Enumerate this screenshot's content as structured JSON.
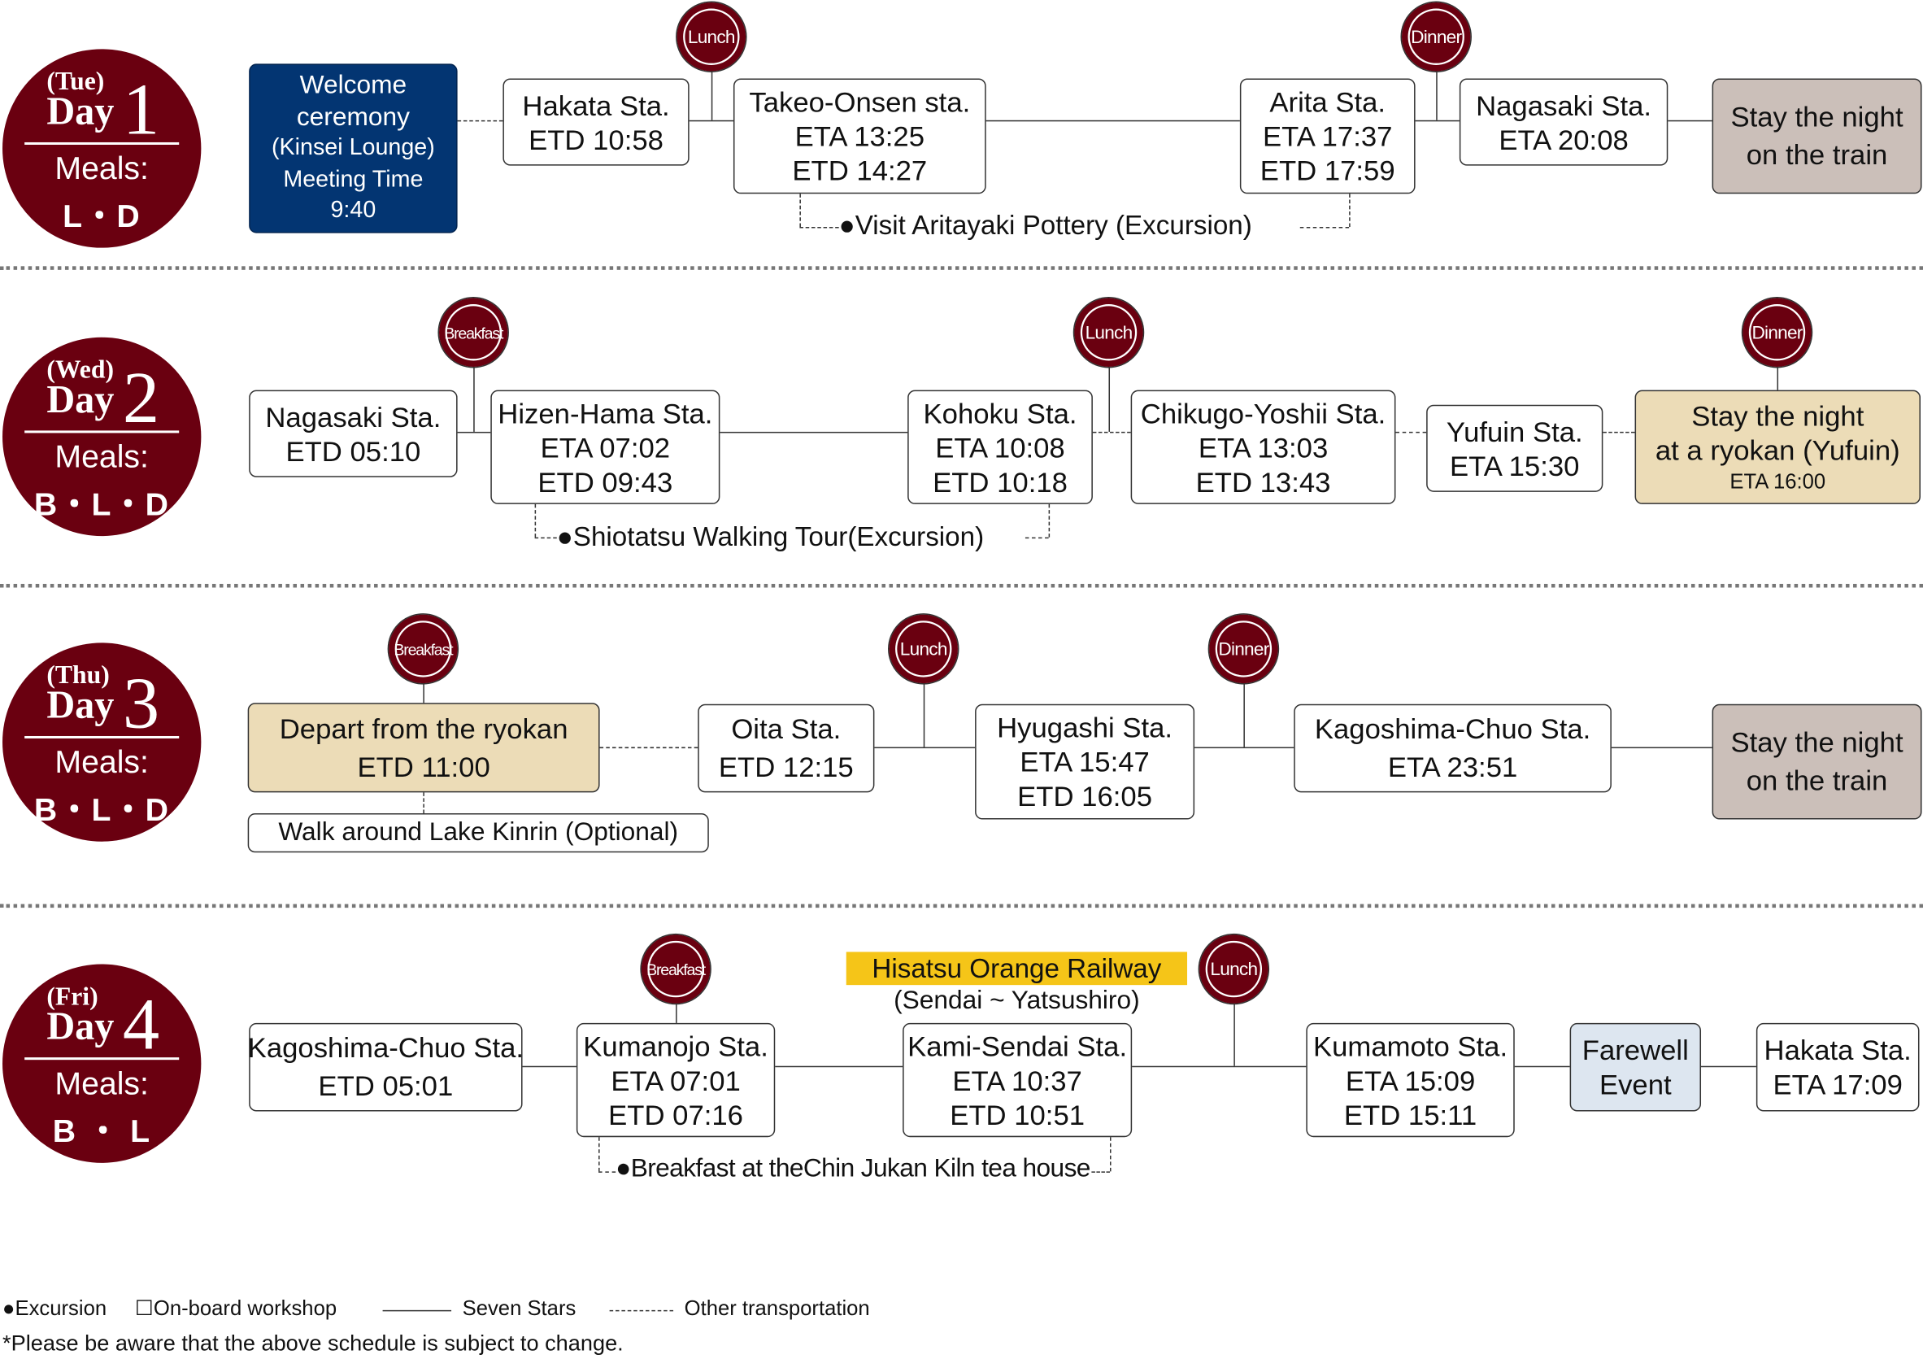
{
  "days": [
    {
      "dow": "(Tue)",
      "day_word": "Day",
      "num": "1",
      "meals_label": "Meals:",
      "meals": "L・D",
      "welcome": [
        "Welcome",
        "ceremony",
        "(Kinsei Lounge)",
        "Meeting Time",
        "9:40"
      ],
      "stops": [
        [
          "Hakata Sta.",
          "ETD 10:58"
        ],
        [
          "Takeo-Onsen sta.",
          "ETA 13:25",
          "ETD 14:27"
        ],
        [
          "Arita Sta.",
          "ETA 17:37",
          "ETD 17:59"
        ],
        [
          "Nagasaki Sta.",
          "ETA 20:08"
        ],
        [
          "Stay the night",
          "on the train"
        ]
      ],
      "meal_icons": [
        "Lunch",
        "Dinner"
      ],
      "excursion": "●Visit Aritayaki Pottery (Excursion)"
    },
    {
      "dow": "(Wed)",
      "day_word": "Day",
      "num": "2",
      "meals_label": "Meals:",
      "meals": "B・L・D",
      "stops": [
        [
          "Nagasaki Sta.",
          "ETD 05:10"
        ],
        [
          "Hizen-Hama Sta.",
          "ETA 07:02",
          "ETD 09:43"
        ],
        [
          "Kohoku Sta.",
          "ETA 10:08",
          "ETD 10:18"
        ],
        [
          "Chikugo-Yoshii Sta.",
          "ETA 13:03",
          "ETD 13:43"
        ],
        [
          "Yufuin Sta.",
          "ETA 15:30"
        ],
        [
          "Stay the night",
          "at a ryokan (Yufuin)",
          "ETA 16:00"
        ]
      ],
      "meal_icons": [
        "Breakfast",
        "Lunch",
        "Dinner"
      ],
      "excursion": "●Shiotatsu Walking Tour(Excursion)"
    },
    {
      "dow": "(Thu)",
      "day_word": "Day",
      "num": "3",
      "meals_label": "Meals:",
      "meals": "B・L・D",
      "stops": [
        [
          "Depart from the ryokan",
          "ETD 11:00"
        ],
        [
          "Oita Sta.",
          "ETD 12:15"
        ],
        [
          "Hyugashi Sta.",
          "ETA 15:47",
          "ETD 16:05"
        ],
        [
          "Kagoshima-Chuo Sta.",
          "ETA 23:51"
        ],
        [
          "Stay the night",
          "on the train"
        ]
      ],
      "meal_icons": [
        "Breakfast",
        "Lunch",
        "Dinner"
      ],
      "optional": "Walk around Lake Kinrin (Optional)"
    },
    {
      "dow": "(Fri)",
      "day_word": "Day",
      "num": "4",
      "meals_label": "Meals:",
      "meals": "B ・ L",
      "stops": [
        [
          "Kagoshima-Chuo Sta.",
          "ETD 05:01"
        ],
        [
          "Kumanojo Sta.",
          "ETA 07:01",
          "ETD 07:16"
        ],
        [
          "Kami-Sendai Sta.",
          "ETA 10:37",
          "ETD 10:51"
        ],
        [
          "Kumamoto Sta.",
          "ETA 15:09",
          "ETD 15:11"
        ],
        [
          "Farewell",
          "Event"
        ],
        [
          "Hakata Sta.",
          "ETA 17:09"
        ]
      ],
      "meal_icons": [
        "Breakfast",
        "Lunch"
      ],
      "railway": "Hisatsu Orange Railway",
      "railway_sub": "(Sendai ~ Yatsushiro)",
      "excursion": "●Breakfast at theChin Jukan Kiln tea house"
    }
  ],
  "legend": {
    "excursion": "●Excursion",
    "workshop": "☐On-board workshop",
    "seven_stars": "Seven Stars",
    "other": "Other transportation"
  },
  "note": "*Please be aware that the above schedule is subject to change.",
  "colors": {
    "day_circle": "#6a0010",
    "welcome": "#033572",
    "stay_train": "#cbbfb9",
    "ryokan": "#ecdcb7",
    "farewell": "#dde6f0",
    "railway_highlight": "#f5c518"
  }
}
